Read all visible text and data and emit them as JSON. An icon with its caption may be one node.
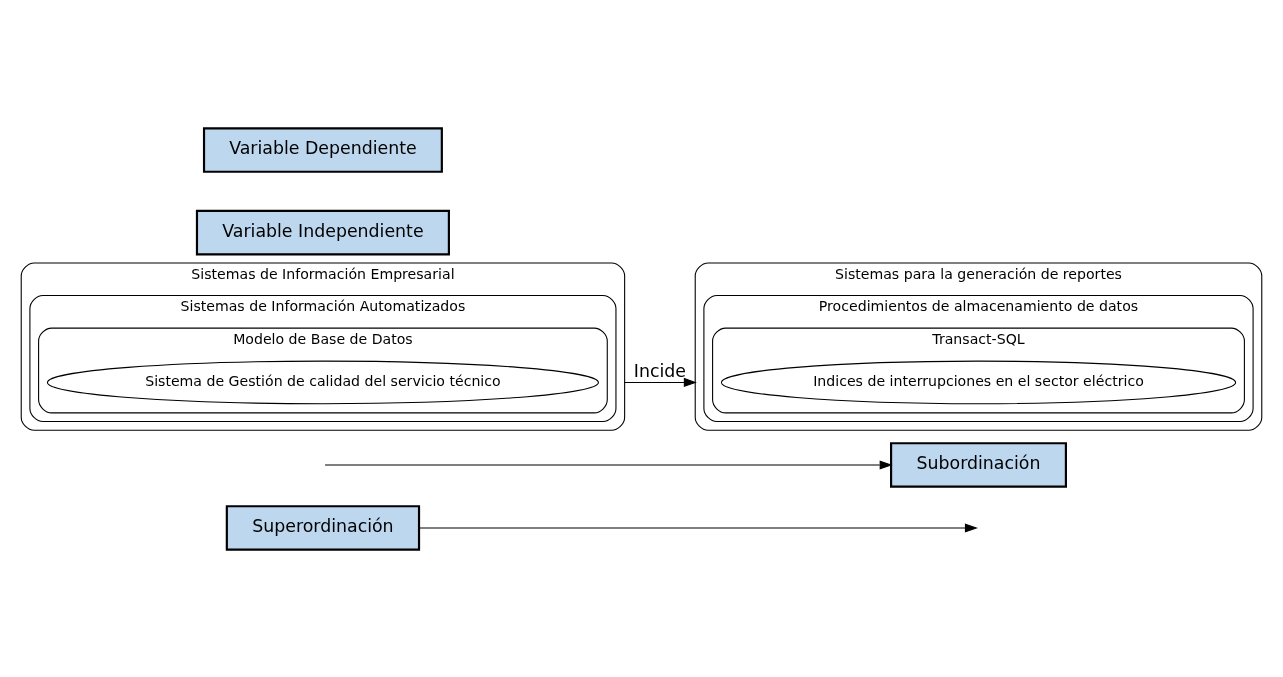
{
  "diagram": {
    "nodes": [
      {
        "text": [
          "Superordinación"
        ]
      },
      {
        "text": [
          "Subordinación"
        ]
      },
      {
        "text": [
          "Sistemas de Información Empresarial"
        ]
      },
      {
        "text": [
          "Sistemas de Información Automatizados"
        ],
        "in": 2
      },
      {
        "text": [
          "Modelo de Base de Datos"
        ],
        "in": 3
      },
      {
        "text": [
          "Sistema de Gestión de calidad del servicio técnico"
        ],
        "in": 4
      },
      {
        "text": [
          "Sistemas para la generación de reportes"
        ]
      },
      {
        "text": [
          "Procedimientos de almacenamiento de datos"
        ],
        "in": 6
      },
      {
        "text": [
          "Transact-SQL"
        ],
        "in": 7
      },
      {
        "text": [
          "Indices de interrupciones en el sector eléctrico"
        ],
        "in": 8
      },
      {
        "text": [
          "Variable Independiente"
        ]
      },
      {
        "text": [
          "Variable Dependiente"
        ]
      }
    ],
    "edges": [
      {
        "from": 0,
        "to": null,
        "arrow": "to"
      },
      {
        "from": null,
        "to": 1,
        "arrow": "to"
      },
      {
        "from": 2,
        "to": 6,
        "arrow": "to",
        "label": "Incide"
      }
    ]
  }
}
